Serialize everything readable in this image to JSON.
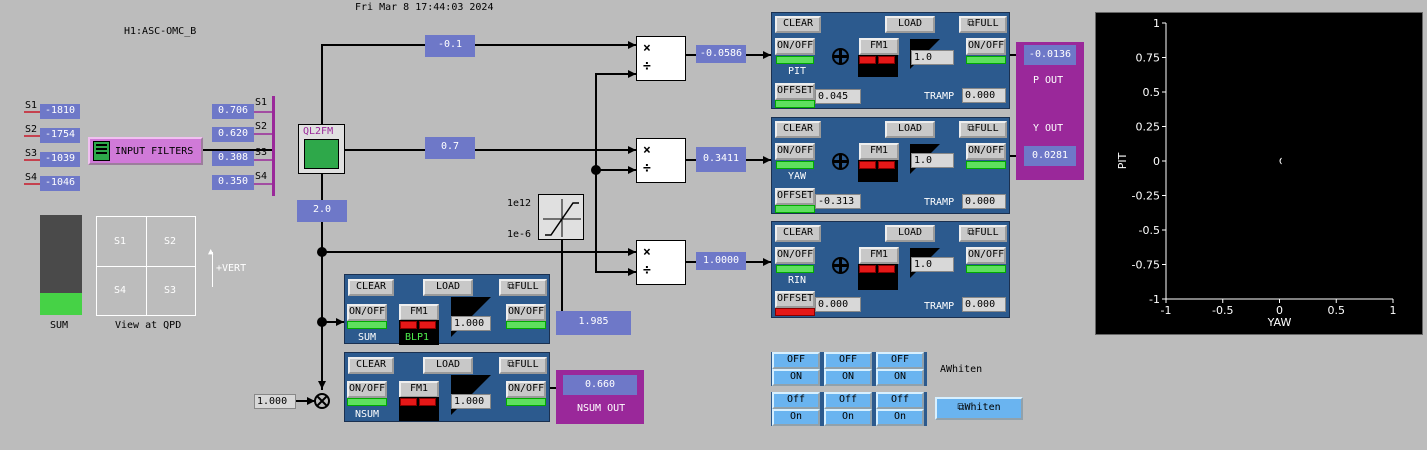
{
  "header": {
    "datetime": "Fri Mar  8 17:44:03 2024",
    "channel": "H1:ASC-OMC_B"
  },
  "segments": [
    {
      "label": "S1",
      "value": "-1810"
    },
    {
      "label": "S2",
      "value": "-1754"
    },
    {
      "label": "S3",
      "value": "-1039"
    },
    {
      "label": "S4",
      "value": "-1046"
    }
  ],
  "input_filters_label": "INPUT FILTERS",
  "matrix_inputs": [
    {
      "label": "S1",
      "value": "0.706"
    },
    {
      "label": "S2",
      "value": "0.620"
    },
    {
      "label": "S3",
      "value": "0.308"
    },
    {
      "label": "S4",
      "value": "0.350"
    }
  ],
  "ql2fm_label": "QL2FM",
  "ql2fm_out": "2.0",
  "gains": {
    "pit": "-0.1",
    "yaw": "0.7"
  },
  "saturation": {
    "high": "1e12",
    "low": "1e-6"
  },
  "ops": {
    "times": "×",
    "divide": "÷"
  },
  "norm_out": {
    "pit": "-0.0586",
    "yaw": "0.3411",
    "rin": "1.0000"
  },
  "qpd": {
    "quadrants": [
      "S1",
      "S2",
      "S4",
      "S3"
    ],
    "caption": "View at QPD",
    "vert_label": "+VERT",
    "sum_label": "SUM",
    "sum_fraction": 0.22
  },
  "common": {
    "clear": "CLEAR",
    "load": "LOAD",
    "full": "⧉FULL",
    "onoff": "ON/OFF",
    "fm1": "FM1",
    "offset": "OFFSET",
    "tramp": "TRAMP"
  },
  "asc_banks": [
    {
      "name": "PIT",
      "input": "0.045",
      "gain": "1.0",
      "tramp": "0.000"
    },
    {
      "name": "YAW",
      "input": "-0.313",
      "gain": "1.0",
      "tramp": "0.000"
    },
    {
      "name": "RIN",
      "input": "0.000",
      "gain": "1.0",
      "tramp": "0.000"
    }
  ],
  "p_out": {
    "value": "-0.0136",
    "label": "P OUT"
  },
  "y_out": {
    "value": "0.0281",
    "label": "Y OUT"
  },
  "sum_bank": {
    "name": "SUM",
    "filter_name": "BLP1",
    "gain": "1.000",
    "out": "1.985"
  },
  "nsum_bank": {
    "name": "NSUM",
    "gain": "1.000",
    "in_gain": "1.000"
  },
  "nsum_out": {
    "value": "0.660",
    "label": "NSUM OUT"
  },
  "awhiten": {
    "label": "AWhiten",
    "row1_off": [
      "OFF",
      "OFF",
      "OFF"
    ],
    "row1_on": [
      "ON",
      "ON",
      "ON"
    ],
    "row2_off": [
      "Off",
      "Off",
      "Off"
    ],
    "row2_on": [
      "On",
      "On",
      "On"
    ],
    "button": "⧉Whiten"
  },
  "plot": {
    "ylabel": "PIT",
    "xlabel": "YAW",
    "xticks": [
      "-1",
      "-0.5",
      "0",
      "0.5",
      "1"
    ],
    "yticks": [
      "1",
      "0.75",
      "0.5",
      "0.25",
      "0",
      "-0.25",
      "-0.5",
      "-0.75",
      "-1"
    ]
  },
  "chart_data": {
    "type": "scatter",
    "x": [
      0.0
    ],
    "y": [
      0.0
    ],
    "xlim": [
      -1,
      1
    ],
    "ylim": [
      -1,
      1
    ],
    "xlabel": "YAW",
    "ylabel": "PIT"
  }
}
